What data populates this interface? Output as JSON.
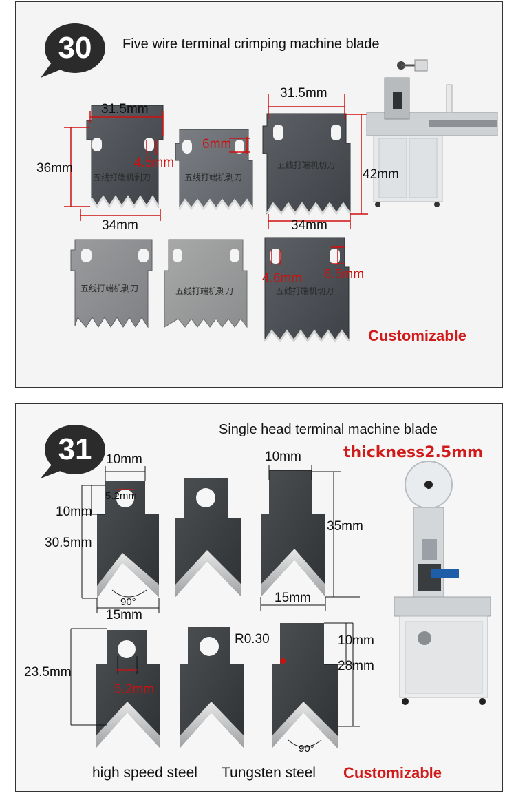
{
  "section30": {
    "number": "30",
    "title": "Five wire terminal crimping machine blade",
    "blade_text": "五线打端机剥刀",
    "blade_text_cut": "五线打端机切刀",
    "dims": {
      "width_top_left": "31.5mm",
      "height_left": "36mm",
      "hole_4_5": "4.5mm",
      "hole_6": "6mm",
      "width_bottom_left": "34mm",
      "width_top_right": "31.5mm",
      "height_right": "42mm",
      "width_bottom_right": "34mm",
      "hole_4_6": "4.6mm",
      "hole_6_5": "6.5mm"
    },
    "customizable": "Customizable"
  },
  "section31": {
    "number": "31",
    "title": "Single head terminal machine blade",
    "thickness": "thickness2.5mm",
    "dims": {
      "top_width_left": "10mm",
      "hole_5_2_top": "5.2mm",
      "neck_10": "10mm",
      "height_30_5": "30.5mm",
      "angle_top": "90°",
      "width_15_left": "15mm",
      "top_width_right": "10mm",
      "height_35": "35mm",
      "width_15_right": "15mm",
      "height_23_5": "23.5mm",
      "hole_5_2_bottom": "5.2mm",
      "radius": "R0.30",
      "neck_10_right": "10mm",
      "height_28": "28mm",
      "angle_bottom": "90°"
    },
    "materials": {
      "hss": "high speed steel",
      "tungsten": "Tungsten steel",
      "customizable": "Customizable"
    }
  }
}
